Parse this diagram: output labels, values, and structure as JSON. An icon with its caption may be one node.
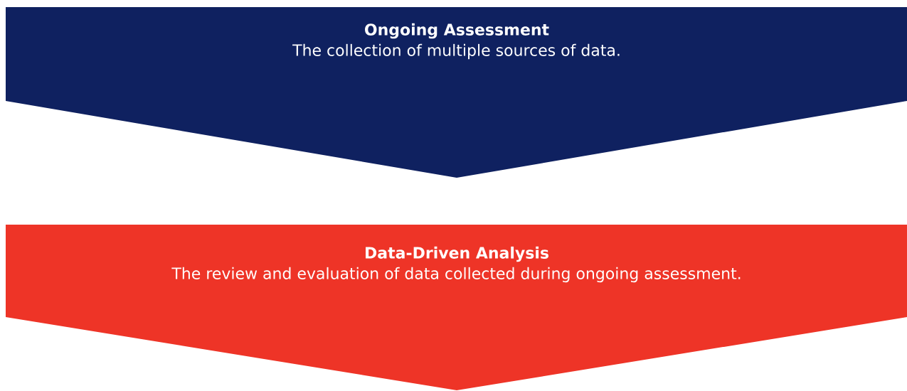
{
  "diagram": {
    "nodes": [
      {
        "text": [
          "Ongoing Assessment",
          "The collection of multiple sources of data."
        ]
      },
      {
        "text": [
          "Data-Driven Analysis",
          "The review and evaluation of data collected during ongoing assessment."
        ]
      }
    ]
  }
}
